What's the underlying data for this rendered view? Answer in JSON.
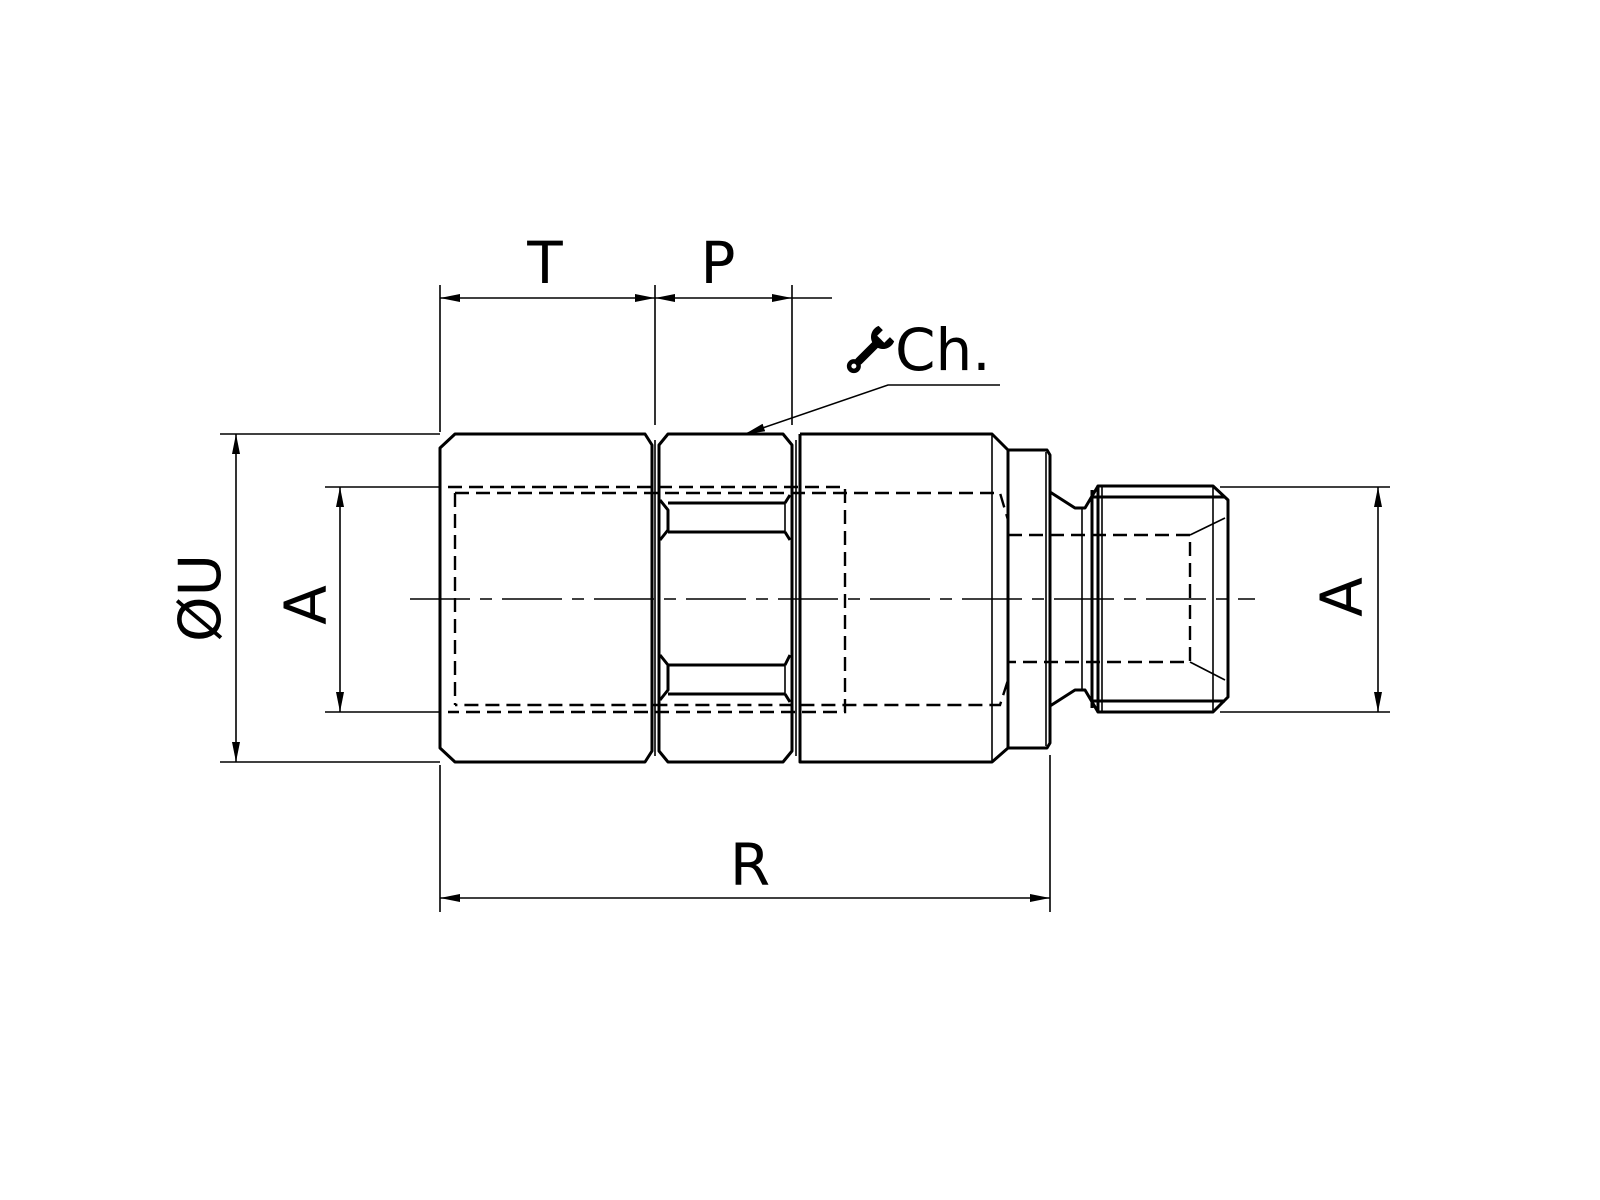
{
  "drawing": {
    "title": "Threaded coupling adapter dimension drawing",
    "labels": {
      "t": "T",
      "p": "P",
      "ch": "Ch.",
      "u": "ØU",
      "a_left": "A",
      "a_right": "A",
      "r": "R"
    },
    "icons": {
      "wrench": "wrench-icon"
    }
  }
}
